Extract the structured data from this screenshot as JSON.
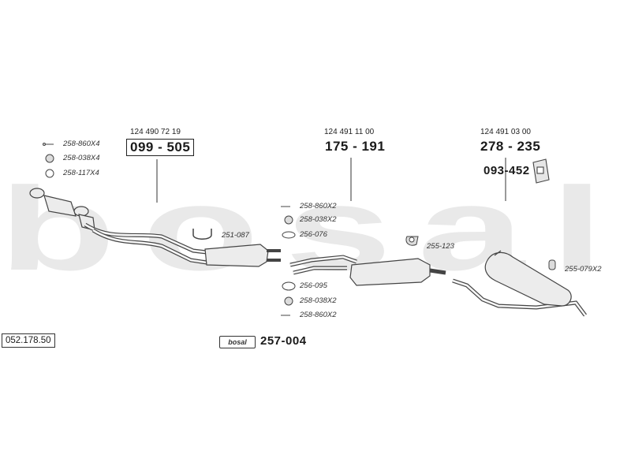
{
  "diagram_ref": "052.178.50",
  "watermark": "bosal",
  "brand_label": "bosal",
  "groups": [
    {
      "oem": "124 490 72 19",
      "part": "099 - 505",
      "hardware": [
        {
          "code": "258-860X4",
          "icon": "bolt-icon"
        },
        {
          "code": "258-038X4",
          "icon": "nut-icon"
        },
        {
          "code": "258-117X4",
          "icon": "ring-icon"
        }
      ],
      "extras": [
        {
          "code": "251-087",
          "icon": "u-clamp-icon"
        }
      ]
    },
    {
      "oem": "124 491 11 00",
      "part": "175 - 191",
      "hardware_top": [
        {
          "code": "258-860X2",
          "icon": "bolt-icon"
        },
        {
          "code": "258-038X2",
          "icon": "nut-icon"
        },
        {
          "code": "256-076",
          "icon": "gasket-icon"
        }
      ],
      "hardware_bottom": [
        {
          "code": "256-095",
          "icon": "gasket-icon"
        },
        {
          "code": "258-038X2",
          "icon": "nut-icon"
        },
        {
          "code": "258-860X2",
          "icon": "bolt-icon"
        }
      ],
      "extras": [
        {
          "code": "255-123",
          "icon": "rubber-mount-icon"
        }
      ]
    },
    {
      "oem": "124 491 03 00",
      "part": "278 - 235",
      "extras": [
        {
          "code": "093-452",
          "icon": "heat-shield-icon"
        },
        {
          "code": "255-079X2",
          "icon": "rubber-hanger-icon"
        }
      ]
    }
  ],
  "mounting_kit": "257-004"
}
